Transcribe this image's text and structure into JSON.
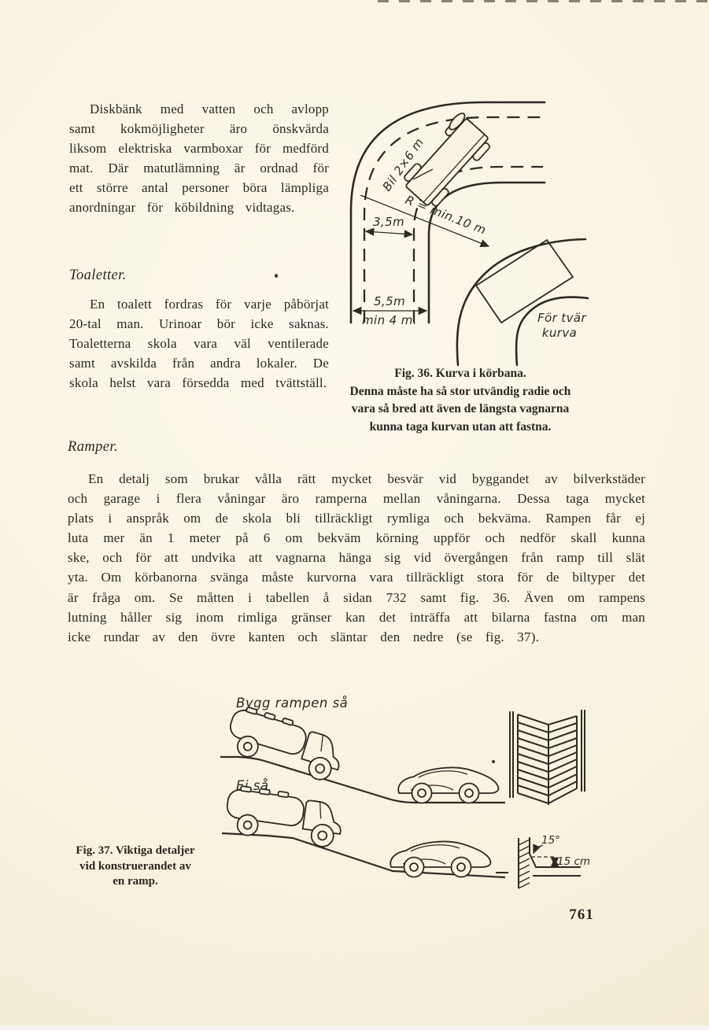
{
  "page": {
    "number": "761",
    "paper_color": "#f8f2df",
    "ink_color": "#2b2722"
  },
  "body": {
    "para_diskbank": "Diskbänk med vatten och avlopp samt kokmöjligheter äro önskvärda liksom elektriska varmboxar för medförd mat. Där matutlämning är ordnad för ett större antal personer böra lämpliga anordningar för kö­bildning vidtagas.",
    "heading_toaletter": "Toaletter.",
    "para_toalett": "En toalett fordras för varje på­börjat 20-tal man. Urinoar bör icke saknas. Toaletterna skola vara väl ventilerade samt avskilda från andra lokaler. De skola helst vara försedda med tvättställ.",
    "heading_ramper": "Ramper.",
    "para_ramper": "En detalj som brukar vålla rätt mycket besvär vid byggandet av bilverk­städer och garage i flera våningar äro ramperna mellan våningarna. Dessa taga mycket plats i anspråk om de skola bli tillräckligt rymliga och bekväma. Rampen får ej luta mer än 1 meter på 6 om bekväm körning uppför och nedför skall kunna ske, och för att undvika att vagnarna hänga sig vid över­gången från ramp till slät yta. Om körbanorna svänga måste kurvorna vara tillräckligt stora för de biltyper det är fråga om. Se måtten i tabellen å sidan 732 samt fig. 36. Även om rampens lutning håller sig inom rimliga gränser kan det inträffa att bilarna fastna om man icke rundar av den övre kanten och släntar den nedre (se fig. 37)."
  },
  "fig36": {
    "caption_title": "Fig. 36. Kurva i körbana.",
    "caption_lines": [
      "Denna måste ha så stor utvändig radie och",
      "vara så bred att även de längsta vagnarna",
      "kunna taga kurvan utan att fastna."
    ],
    "labels": {
      "vehicle": "Bil 2×6 m",
      "radius": "R = min.10 m",
      "lane_width": "3,5m",
      "road_width": "5,5m",
      "road_width_min": "min 4 m.",
      "sharp_curve_1": "För tvär",
      "sharp_curve_2": "kurva"
    }
  },
  "fig37": {
    "caption_lines": [
      "Fig. 37. Viktiga detaljer",
      "vid konstruerandet av",
      "en ramp."
    ],
    "labels": {
      "do": "Bygg rampen så",
      "dont": "Ej så",
      "angle": "15°",
      "height": "15 cm"
    }
  }
}
